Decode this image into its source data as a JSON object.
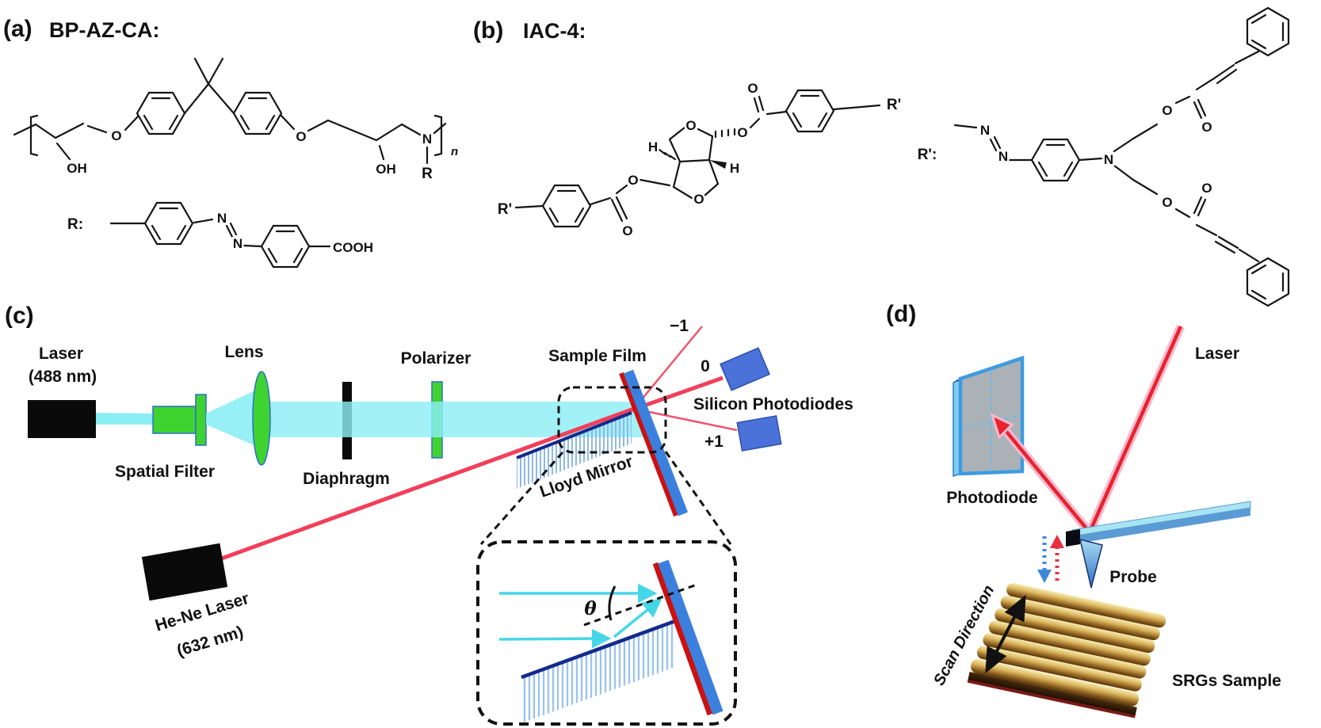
{
  "figure": {
    "panel_a": {
      "tag": "(a)",
      "title": "BP-AZ-CA:",
      "atoms": {
        "oh1": "OH",
        "o1": "O",
        "o2": "O",
        "oh2": "OH",
        "n_amine": "N",
        "repeat_n": "n",
        "r_sub": "R",
        "r_colon": "R:",
        "n_azo1": "N",
        "n_azo2": "N",
        "cooh": "COOH"
      }
    },
    "panel_b": {
      "tag": "(b)",
      "title": "IAC-4:",
      "atoms": {
        "rp_left": "R'",
        "o_carbonyl_left": "O",
        "o_ester_left": "O",
        "o_ring_top": "O",
        "o_ring_bottom": "O",
        "h_left": "H",
        "h_right": "H",
        "o_ester_right": "O",
        "o_carbonyl_right": "O",
        "rp_right": "R'",
        "rp_colon": "R':",
        "n_azo1": "N",
        "n_azo2": "N",
        "n_amine": "N",
        "o_ester_up": "O",
        "o_carbonyl_up": "O",
        "o_ester_down": "O",
        "o_carbonyl_down": "O"
      }
    },
    "panel_c": {
      "tag": "(c)",
      "labels": {
        "laser": "Laser",
        "laser_wavelength": "(488 nm)",
        "spatial_filter": "Spatial Filter",
        "lens": "Lens",
        "diaphragm": "Diaphragm",
        "polarizer": "Polarizer",
        "sample_film": "Sample Film",
        "order_minus_one": "−1",
        "order_zero": "0",
        "order_plus_one": "+1",
        "silicon_photodiodes": "Silicon Photodiodes",
        "lloyd_mirror": "Lloyd Mirror",
        "hene_laser": "He-Ne Laser",
        "hene_wavelength": "(632 nm)",
        "theta": "θ"
      }
    },
    "panel_d": {
      "tag": "(d)",
      "labels": {
        "laser": "Laser",
        "photodiode": "Photodiode",
        "probe": "Probe",
        "scan_direction": "Scan Direction",
        "srgs_sample": "SRGs Sample"
      }
    },
    "colors": {
      "beam_cyan": "#8ceef5",
      "arrow_cyan": "#45d6e8",
      "beam_red": "#f23f5a",
      "optic_green": "#3ed32f",
      "optic_border_blue": "#2b6fd4",
      "device_blue": "#4a72d8",
      "film_blue": "#3c80dd",
      "film_red": "#cc1111",
      "mirror_navy": "#122a8c",
      "hatch_blue": "#8fb8e8",
      "laser_red_d": "#e8222e",
      "glow_pink": "#f8b8ce",
      "detector_gray": "#aab2b8",
      "detector_frame": "#3e9be0",
      "grating_gold": "#d4b05a"
    }
  }
}
